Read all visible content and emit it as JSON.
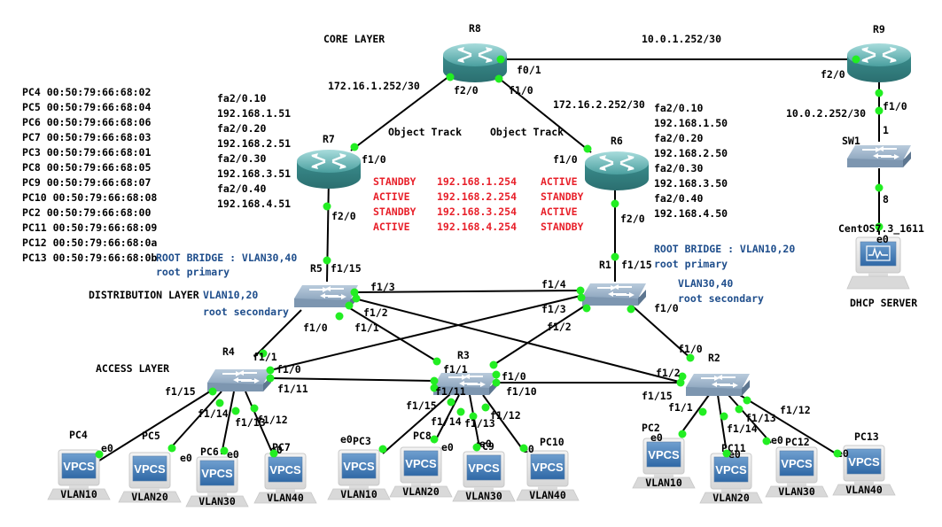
{
  "layers": {
    "core": "CORE LAYER",
    "distribution": "DISTRIBUTION LAYER",
    "access": "ACCESS LAYER"
  },
  "colors": {
    "link_up_dot": "#22ee22",
    "hsrp_text": "#e8202a",
    "stp_text": "#1f4e8c",
    "router": "#3f9a9a",
    "switch": "#7b95b0"
  },
  "mac_table": [
    "PC4 00:50:79:66:68:02",
    "PC5 00:50:79:66:68:04",
    "PC6 00:50:79:66:68:06",
    "PC7 00:50:79:66:68:03",
    "PC3 00:50:79:66:68:01",
    "PC8 00:50:79:66:68:05",
    "PC9 00:50:79:66:68:07",
    "PC10 00:50:79:66:68:08",
    "PC2 00:50:79:66:68:00",
    "PC11 00:50:79:66:68:09",
    "PC12 00:50:79:66:68:0a",
    "PC13 00:50:79:66:68:0b"
  ],
  "subnets": {
    "r8_r7": "172.16.1.252/30",
    "r8_r6": "172.16.2.252/30",
    "r8_r9": "10.0.1.252/30",
    "r9_sw1": "10.0.2.252/30"
  },
  "object_track": "Object Track",
  "r7_interfaces": [
    "fa2/0.10",
    "192.168.1.51",
    "fa2/0.20",
    "192.168.2.51",
    "fa2/0.30",
    "192.168.3.51",
    "fa2/0.40",
    "192.168.4.51"
  ],
  "r6_interfaces": [
    "fa2/0.10",
    "192.168.1.50",
    "fa2/0.20",
    "192.168.2.50",
    "fa2/0.30",
    "192.168.3.50",
    "fa2/0.40",
    "192.168.4.50"
  ],
  "hsrp": [
    {
      "r7": "STANDBY",
      "vip": "192.168.1.254",
      "r6": "ACTIVE"
    },
    {
      "r7": "ACTIVE",
      "vip": "192.168.2.254",
      "r6": "STANDBY"
    },
    {
      "r7": "STANDBY",
      "vip": "192.168.3.254",
      "r6": "ACTIVE"
    },
    {
      "r7": "ACTIVE",
      "vip": "192.168.4.254",
      "r6": "STANDBY"
    }
  ],
  "stp": {
    "r5_primary_1": "ROOT BRIDGE : VLAN30,40",
    "r5_primary_2": "root primary",
    "r5_secondary_1": "VLAN10,20",
    "r5_secondary_2": "root secondary",
    "r1_primary_1": "ROOT BRIDGE : VLAN10,20",
    "r1_primary_2": "root primary",
    "r1_secondary_1": "VLAN30,40",
    "r1_secondary_2": "root secondary"
  },
  "nodes": {
    "R8": "R8",
    "R9": "R9",
    "R7": "R7",
    "R6": "R6",
    "R5": "R5",
    "R1": "R1",
    "R4": "R4",
    "R3": "R3",
    "R2": "R2",
    "SW1": "SW1",
    "centos": "CentOS7.3_1611",
    "dhcp": "DHCP SERVER"
  },
  "ports": {
    "r8_f01": "f0/1",
    "r8_f20": "f2/0",
    "r8_f10": "f1/0",
    "r9_f20": "f2/0",
    "r9_f10": "f1/0",
    "sw1_1": "1",
    "sw1_8": "8",
    "centos_e0": "e0",
    "r7_f10": "f1/0",
    "r7_f20": "f2/0",
    "r6_f10": "f1/0",
    "r6_f20": "f2/0",
    "r5_f115": "f1/15",
    "r5_f13": "f1/3",
    "r5_f12": "f1/2",
    "r5_f11": "f1/1",
    "r5_f10": "f1/0",
    "r1_f115": "f1/15",
    "r1_f14": "f1/4",
    "r1_f13": "f1/3",
    "r1_f12": "f1/2",
    "r1_f10": "f1/0",
    "r4_f11": "f1/1",
    "r4_f10": "f1/0",
    "r4_f111": "f1/11",
    "r4_f115": "f1/15",
    "r4_f114": "f1/14",
    "r4_f113": "f1/13",
    "r4_f112": "f1/12",
    "r3_f11": "f1/1",
    "r3_f10": "f1/0",
    "r3_f111": "f1/11",
    "r3_f110": "f1/10",
    "r3_f115": "f1/15",
    "r3_f114": "f1/14",
    "r3_f113": "f1/13",
    "r3_f112": "f1/12",
    "r2_f10": "f1/0",
    "r2_f12": "f1/2",
    "r2_f115": "f1/15",
    "r2_f11": "f1/1",
    "r2_f114": "f1/14",
    "r2_f113": "f1/13",
    "r2_f112": "f1/12",
    "e0": "e0"
  },
  "pcs": [
    {
      "name": "PC4",
      "vlan": "VLAN10",
      "icon": "VPCS"
    },
    {
      "name": "PC5",
      "vlan": "VLAN20",
      "icon": "VPCS"
    },
    {
      "name": "PC6",
      "vlan": "VLAN30",
      "icon": "VPCS"
    },
    {
      "name": "PC7",
      "vlan": "VLAN40",
      "icon": "VPCS"
    },
    {
      "name": "PC3",
      "vlan": "VLAN10",
      "icon": "VPCS"
    },
    {
      "name": "PC8",
      "vlan": "VLAN20",
      "icon": "VPCS"
    },
    {
      "name": "PC9",
      "vlan": "VLAN30",
      "icon": "VPCS"
    },
    {
      "name": "PC10",
      "vlan": "VLAN40",
      "icon": "VPCS"
    },
    {
      "name": "PC2",
      "vlan": "VLAN10",
      "icon": "VPCS"
    },
    {
      "name": "PC11",
      "vlan": "VLAN20",
      "icon": "VPCS"
    },
    {
      "name": "PC12",
      "vlan": "VLAN30",
      "icon": "VPCS"
    },
    {
      "name": "PC13",
      "vlan": "VLAN40",
      "icon": "VPCS"
    }
  ]
}
